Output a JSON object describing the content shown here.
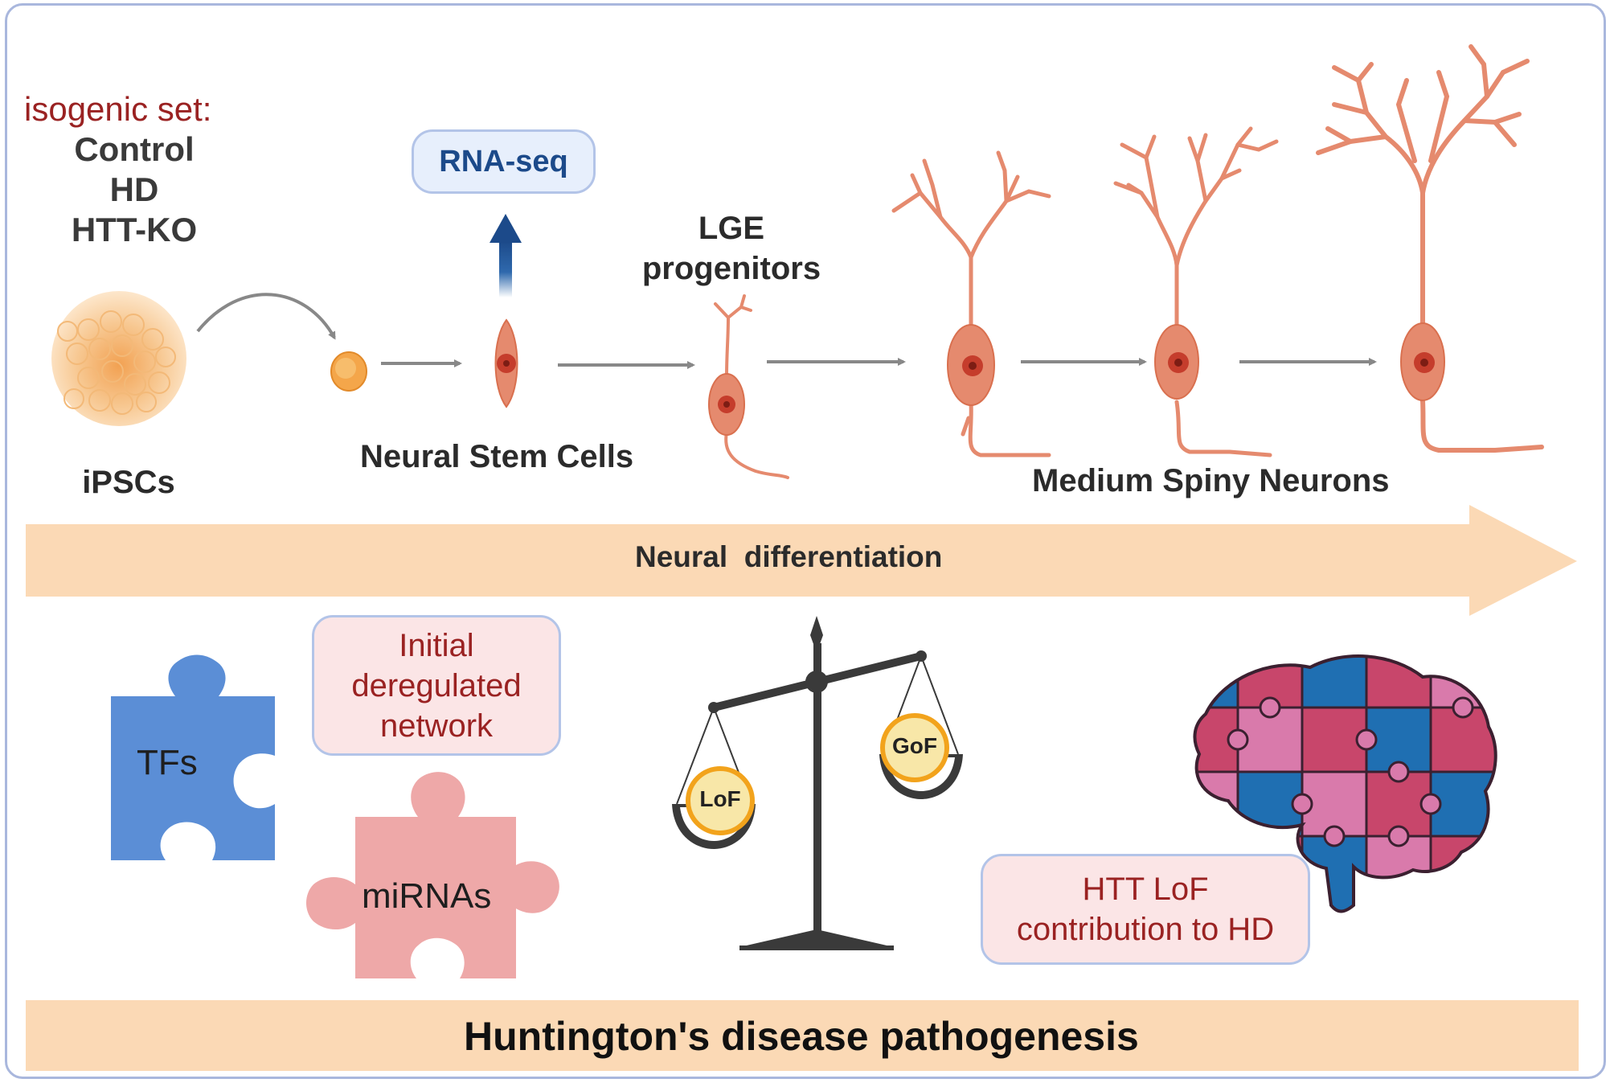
{
  "isogenic": {
    "title": "isogenic set:",
    "items": [
      "Control",
      "HD",
      "HTT-KO"
    ]
  },
  "rna_seq": "RNA-seq",
  "stages": {
    "ipsc": "iPSCs",
    "nsc": "Neural Stem Cells",
    "lge": [
      "LGE",
      "progenitors"
    ],
    "msn": "Medium Spiny Neurons"
  },
  "bars": {
    "differentiation": "Neural  differentiation",
    "pathogenesis": "Huntington's disease pathogenesis"
  },
  "puzzle": {
    "tfs": "TFs",
    "mirnas": "miRNAs"
  },
  "initial_network": [
    "Initial",
    "deregulated",
    "network"
  ],
  "scale": {
    "lof": "LoF",
    "gof": "GoF"
  },
  "htt_lof": [
    "HTT LoF",
    "contribution to HD"
  ],
  "colors": {
    "accent_red": "#9a2222",
    "rna_blue": "#1c4a8a",
    "arrow_band": "#fbd9b5",
    "tfs_piece": "#5b8ed6",
    "mirna_piece": "#eea8a8",
    "neuron": "#e58a6e",
    "brain_blue": "#1f6fb2",
    "brain_pink": "#d97aab",
    "brain_red": "#c8466b"
  }
}
